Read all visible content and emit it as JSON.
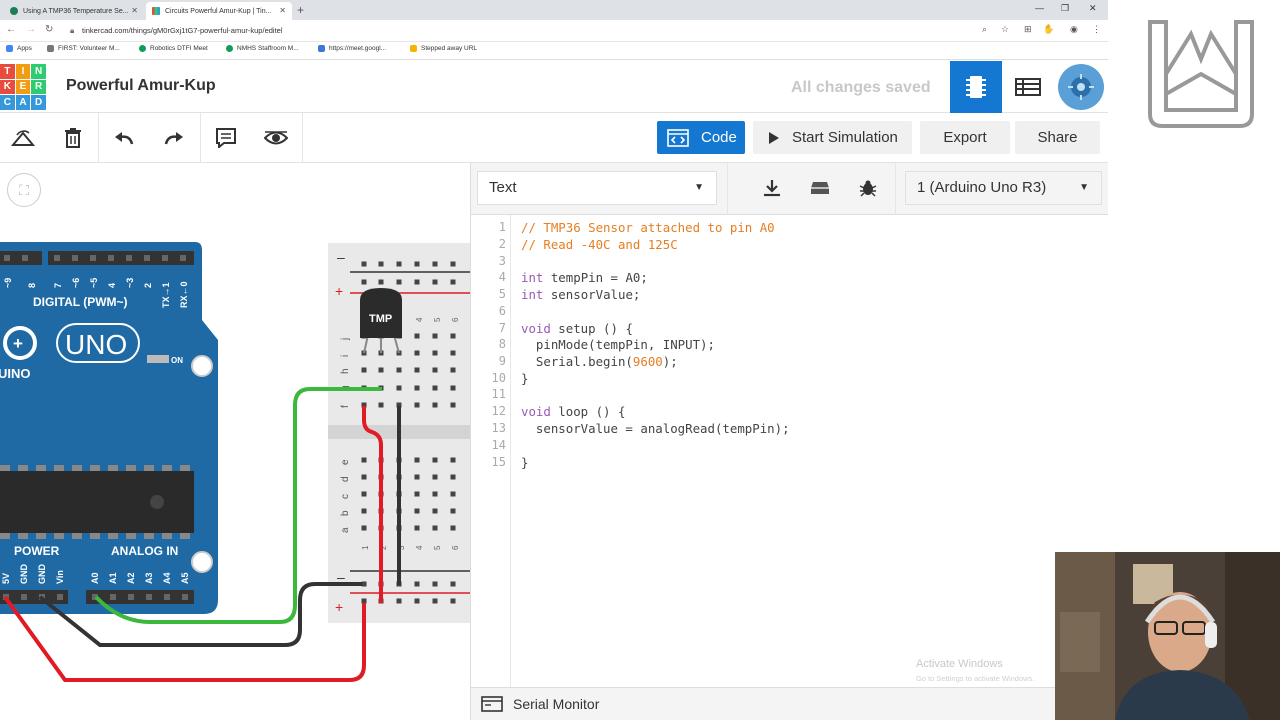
{
  "browser": {
    "tabs": [
      {
        "title": "Using A TMP36 Temperature Se...",
        "active": false
      },
      {
        "title": "Circuits Powerful Amur-Kup | Tin...",
        "active": true
      }
    ],
    "url": "tinkercad.com/things/gM0rGxj1tG7-powerful-amur-kup/editel",
    "bookmarks": [
      "Apps",
      "FIRST: Volunteer M...",
      "Robotics DTFI Meet",
      "NMHS Staffroom M...",
      "https://meet.googl...",
      "Stepped away URL"
    ]
  },
  "header": {
    "logo_letters": [
      "T",
      "I",
      "N",
      "K",
      "E",
      "R",
      "C",
      "A",
      "D"
    ],
    "design_name": "Powerful Amur-Kup",
    "save_status": "All changes saved"
  },
  "toolbar": {
    "code_label": "Code",
    "simulate_label": "Start Simulation",
    "export_label": "Export",
    "share_label": "Share"
  },
  "code_panel": {
    "mode": "Text",
    "device": "1 (Arduino Uno R3)",
    "line_numbers": [
      "1",
      "2",
      "3",
      "4",
      "5",
      "6",
      "7",
      "8",
      "9",
      "10",
      "11",
      "12",
      "13",
      "14",
      "15"
    ],
    "serial_monitor_label": "Serial Monitor"
  },
  "board": {
    "digital_label": "DIGITAL (PWM~)",
    "uno_label": "UNO",
    "brand_label": "UINO",
    "on_label": "ON",
    "power_label": "POWER",
    "analog_label": "ANALOG IN",
    "digital_pins": [
      "~9",
      "8",
      "7",
      "~6",
      "~5",
      "4",
      "~3",
      "2",
      "TX→1",
      "RX←0"
    ],
    "power_pins": [
      "5V",
      "GND",
      "GND",
      "Vin"
    ],
    "analog_pins": [
      "A0",
      "A1",
      "A2",
      "A3",
      "A4",
      "A5"
    ],
    "sensor_label": "TMP",
    "breadboard_rows_top": [
      "j",
      "i",
      "h",
      "g",
      "f"
    ],
    "breadboard_rows_bottom": [
      "e",
      "d",
      "c",
      "b",
      "a"
    ],
    "breadboard_cols": [
      "1",
      "2",
      "3",
      "4",
      "5",
      "6"
    ],
    "rail_minus": "–",
    "rail_plus": "+"
  },
  "os": {
    "activate_title": "Activate Windows",
    "activate_sub": "Go to Settings to activate Windows."
  },
  "colors": {
    "tinkercad_blue": "#1477d1",
    "arduino_teal": "#1f6aa5",
    "wire_green": "#3cb83c",
    "wire_red": "#e01b24",
    "wire_black": "#333333"
  }
}
